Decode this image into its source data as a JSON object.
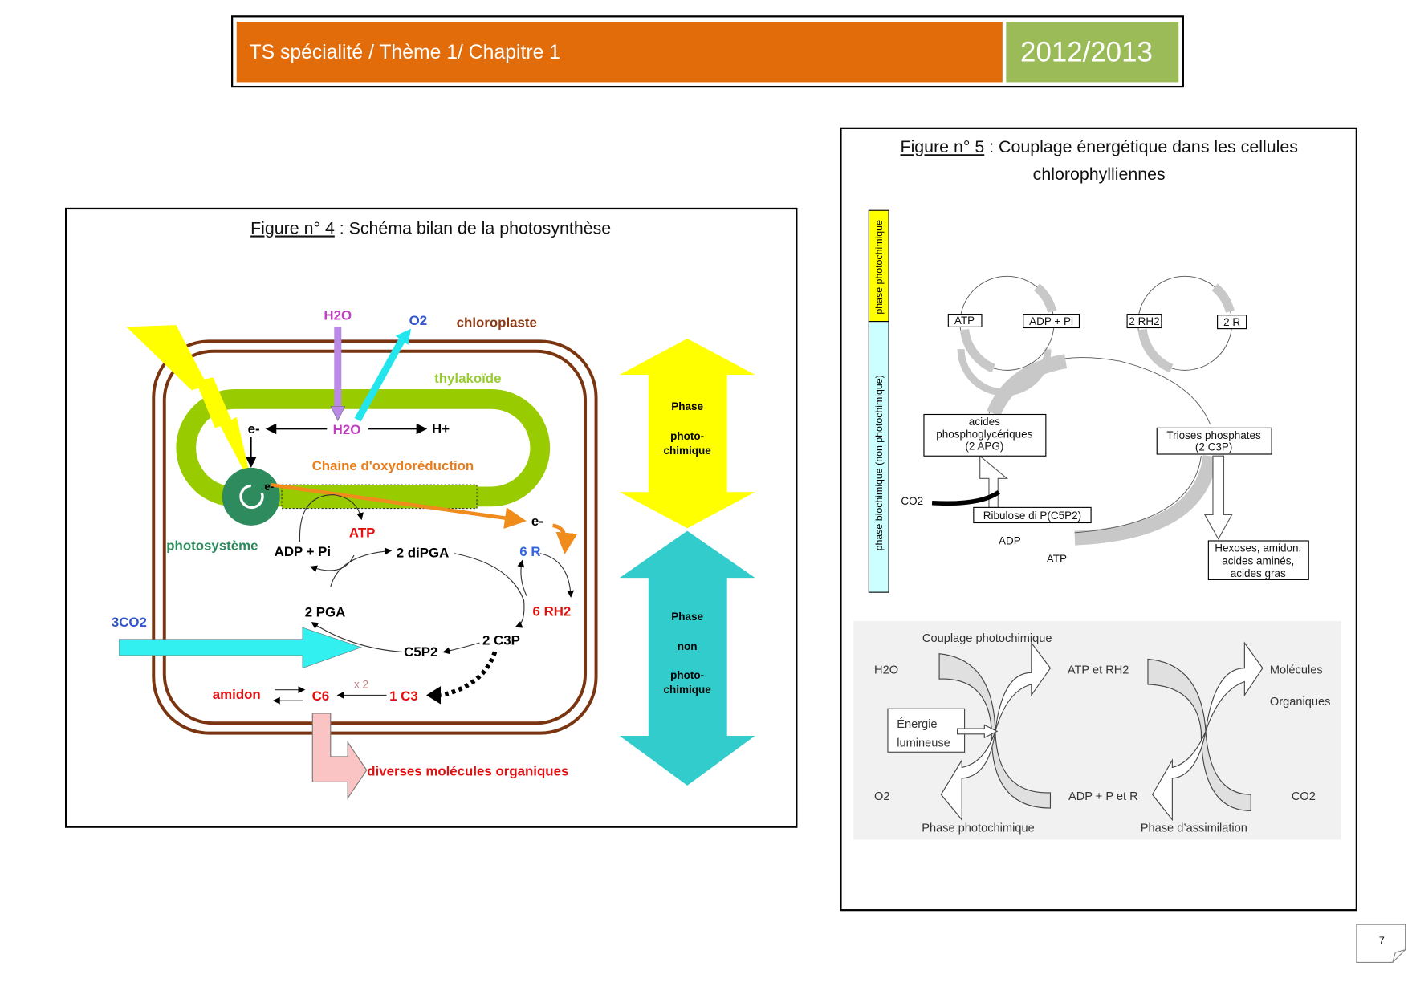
{
  "header": {
    "title": "TS spécialité / Thème 1/ Chapitre 1",
    "year": "2012/2013",
    "orange": "#e36c0a",
    "green": "#9bbb59"
  },
  "figure4": {
    "caption_ref": "Figure n° 4",
    "caption_text": " : Schéma bilan de la photosynthèse",
    "labels": {
      "h2o_top": "H2O",
      "o2": "O2",
      "chloroplaste": "chloroplaste",
      "thylakoide": "thylakoïde",
      "e_left": "e-",
      "h2o_mid": "H2O",
      "h_plus": "H+",
      "chaine": "Chaine d'oxydoréduction",
      "e_right": "e-",
      "e_ps": "e-",
      "atp": "ATP",
      "adp_pi": "ADP + Pi",
      "dipga": "2 diPGA",
      "r6": "6 R",
      "rh2": "6 RH2",
      "pga": "2 PGA",
      "c3p": "2 C3P",
      "c5p2": "C5P2",
      "amidon": "amidon",
      "c6": "C6",
      "x2": "x 2",
      "c3": "1 C3",
      "photosysteme": "photosystème",
      "co2": "3CO2",
      "diverses": "diverses molécules organiques"
    },
    "phase1": [
      "Phase",
      "photo-",
      "chimique"
    ],
    "phase2": [
      "Phase",
      "non",
      "photo-",
      "chimique"
    ]
  },
  "figure5": {
    "caption_ref": "Figure n° 5",
    "caption_text": " : Couplage énergétique dans les cellules",
    "caption_line2": "chlorophylliennes",
    "side_top": "phase photochimique",
    "side_bottom": "phase biochimique (non photochimique)",
    "boxes": {
      "atp": "ATP",
      "adp_pi": "ADP + Pi",
      "rh2": "2 RH2",
      "r": "2 R",
      "apg": [
        "acides",
        "phosphoglycériques",
        "(2 APG)"
      ],
      "trioses": [
        "Trioses phosphates",
        "(2 C3P)"
      ],
      "ribulose": "Ribulose di P(C5P2)",
      "hexoses": [
        "Hexoses, amidon,",
        "acides aminés,",
        "acides gras"
      ]
    },
    "co2": "CO2",
    "adp": "ADP",
    "atp2": "ATP",
    "bottom": {
      "couplage": "Couplage photochimique",
      "h2o": "H2O",
      "atp_rh2": "ATP et RH2",
      "molecules": "Molécules",
      "organiques": "Organiques",
      "energie": [
        "Énergie",
        "lumineuse"
      ],
      "o2": "O2",
      "adp_p_r": "ADP + P et R",
      "co2": "CO2",
      "phase_photo": "Phase photochimique",
      "phase_assim": "Phase d’assimilation"
    }
  },
  "page_number": "7"
}
